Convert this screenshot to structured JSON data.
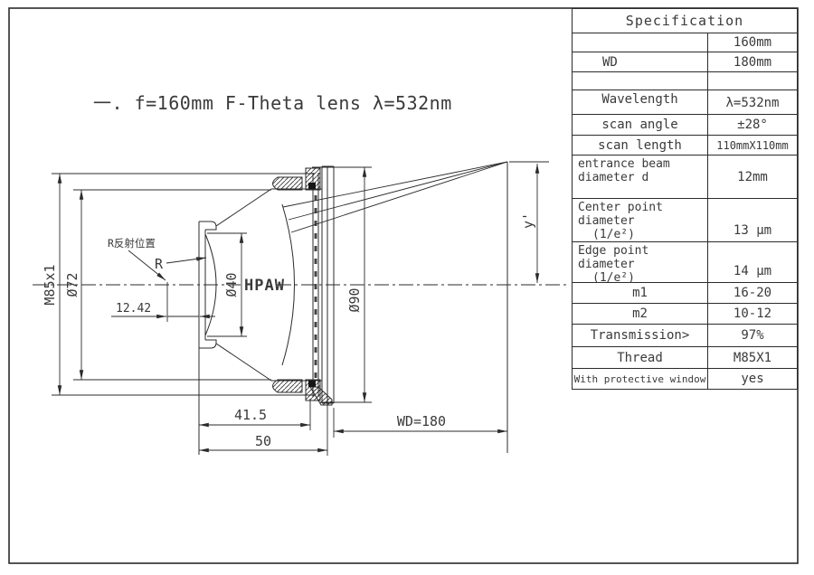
{
  "page": {
    "title": "一. f=160mm F-Theta lens  λ=532nm"
  },
  "spec_table": {
    "header": "Specification",
    "rows": [
      {
        "label": "",
        "value": "160mm"
      },
      {
        "label": "WD",
        "value": "180mm"
      },
      {
        "label": "",
        "value": ""
      },
      {
        "label": "Wavelength",
        "value": "λ=532nm"
      },
      {
        "label": "scan angle",
        "value": "±28°"
      },
      {
        "label": "scan length",
        "value": "110mmX110mm"
      },
      {
        "label": "entrance beam",
        "label2": "diameter d",
        "value": "12mm"
      },
      {
        "label": "Center point diameter",
        "label2": "(1/e²)",
        "value": "13 μm"
      },
      {
        "label": "Edge point diameter",
        "label2": "(1/e²)",
        "value": "14 μm"
      },
      {
        "label": "m1",
        "value": "16-20"
      },
      {
        "label": "m2",
        "value": "10-12"
      },
      {
        "label": "Transmission>",
        "value": "97%"
      },
      {
        "label": "Thread",
        "value": "M85X1"
      },
      {
        "label": "With protective window",
        "value": "yes"
      }
    ]
  },
  "drawing": {
    "thread_label": "M85x1",
    "dia_72": "Ø72",
    "dia_40": "Ø40",
    "dia_90": "Ø90",
    "aperture_label": "HPAW",
    "radius_label": "R",
    "reflection_note": "R反射位置",
    "dim_reflection_offset": "12.42",
    "dim_window_offset": "41.5",
    "dim_housing_length": "50",
    "dim_working_distance": "WD=180",
    "image_height_label": "y'"
  }
}
